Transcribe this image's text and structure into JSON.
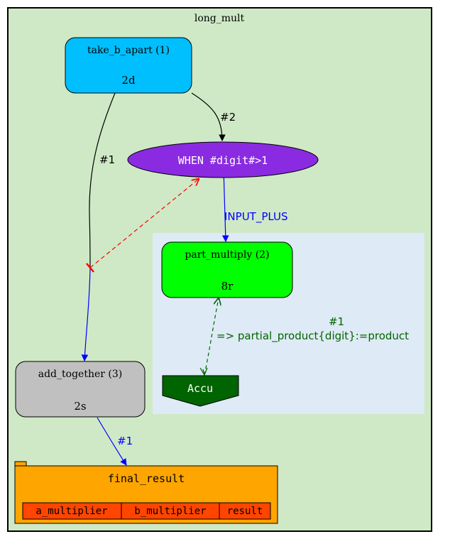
{
  "cluster": {
    "title": "long_mult"
  },
  "colors": {
    "cluster_bg": "#cfe9c6",
    "subcluster_bg": "#deeaf5",
    "take_b_apart": "#00bfff",
    "when_node": "#8a2be2",
    "part_multiply": "#00ff00",
    "accu": "#006400",
    "add_together": "#c0c0c0",
    "final_result": "#ffa500",
    "table_cells": "#ff4500",
    "edge_blue": "#0000ff",
    "edge_red": "#ff0000",
    "edge_green": "#006400"
  },
  "nodes": {
    "take_b_apart": {
      "name": "take_b_apart (1)",
      "sub": "2d"
    },
    "when": {
      "label": "WHEN #digit#>1"
    },
    "part_multiply": {
      "name": "part_multiply (2)",
      "sub": "8r"
    },
    "accu": {
      "label": "Accu"
    },
    "add_together": {
      "name": "add_together (3)",
      "sub": "2s"
    },
    "final_result": {
      "title": "final_result",
      "columns": [
        "a_multiplier",
        "b_multiplier",
        "result"
      ]
    }
  },
  "edges": {
    "e_take_when": "#2",
    "e_take_add": "#1",
    "e_when_part": "INPUT_PLUS",
    "e_part_accu_1": "#1",
    "e_part_accu_2": "=> partial_product{digit}:=product",
    "e_add_final": "#1"
  }
}
